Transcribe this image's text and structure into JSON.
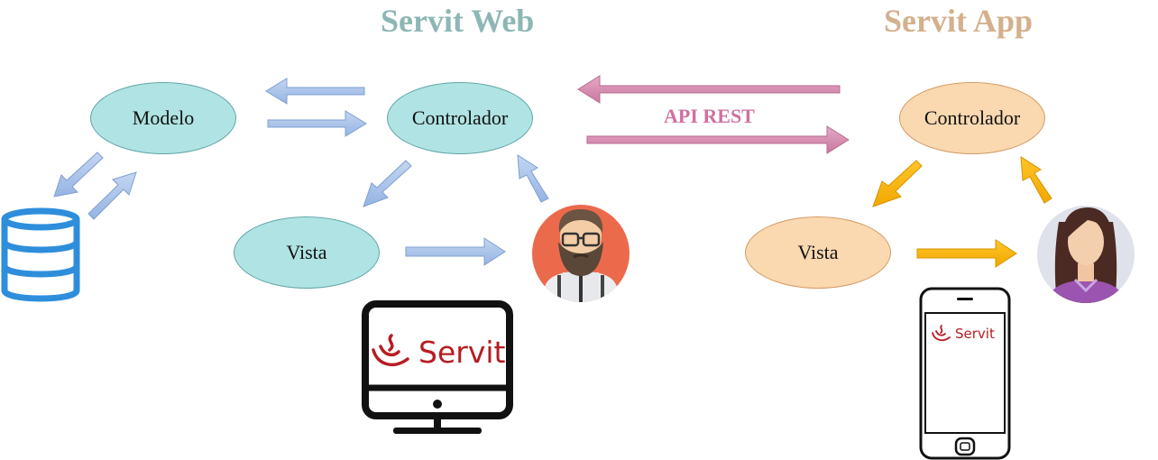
{
  "web_title": "Servit Web",
  "app_title": "Servit App",
  "web": {
    "modelo": "Modelo",
    "controlador": "Controlador",
    "vista": "Vista"
  },
  "app": {
    "controlador": "Controlador",
    "vista": "Vista"
  },
  "api_label": "API REST",
  "monitor_logo": "Servit",
  "phone_logo": "Servit",
  "colors": {
    "web_title": "#8db7b5",
    "app_title": "#d4b08c",
    "web_node": "#b0e3e3",
    "app_node": "#fad8b0",
    "blue_arrow": "#a8c2e8",
    "pink_arrow": "#d692b4",
    "yellow_arrow": "#f5b10f",
    "api_text": "#d06fa1",
    "database": "#2e8edc",
    "logo_red": "#b61d22"
  },
  "icons": [
    "database-icon",
    "man-avatar-icon",
    "woman-avatar-icon",
    "monitor-icon",
    "smartphone-icon"
  ]
}
